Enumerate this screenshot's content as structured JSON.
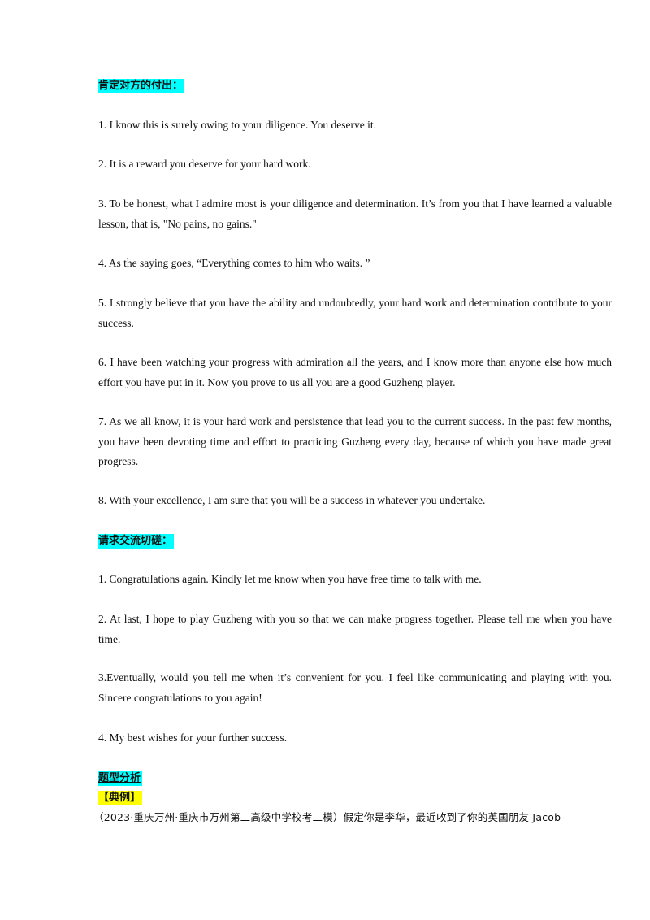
{
  "section1": {
    "heading": "肯定对方的付出：",
    "items": [
      "1. I know this is surely owing to your diligence. You deserve it.",
      "2. It is a reward you deserve for your hard work.",
      "3. To be honest, what I admire most is your diligence and determination. It’s from you that I have learned a valuable lesson, that is, \"No pains, no gains.\"",
      "4. As the saying goes, “Everything comes to him who waits. ”",
      "5. I strongly believe that you have the ability and undoubtedly, your hard work and determination contribute to your success.",
      "6. I have been watching your progress with admiration all the years, and I know more than anyone else how much effort you have put in it. Now you prove to us all you are a good Guzheng player.",
      "7. As we all know, it is your hard work and persistence that lead you to the current success. In the past few months, you have been devoting time and effort to practicing Guzheng every day, because of which you have made great progress.",
      "8. With your excellence, I am sure that you will be a success in whatever you undertake."
    ]
  },
  "section2": {
    "heading": "请求交流切磋：",
    "items": [
      "1. Congratulations again. Kindly let me know when you have free time to talk with me.",
      "2. At last, I hope to play Guzheng with you so that we can make progress together. Please tell me when you have time.",
      "3.Eventually, would you tell me when it’s convenient for you. I feel like communicating and playing with you. Sincere congratulations to you again!",
      "4. My best wishes for your further success."
    ]
  },
  "section3": {
    "heading": "题型分析",
    "example_label": "【典例】",
    "example_text": "（2023·重庆万州·重庆市万州第二高级中学校考二模）假定你是李华，最近收到了你的英国朋友 Jacob"
  },
  "colors": {
    "highlight_cyan": "#00ffff",
    "highlight_yellow": "#ffff00",
    "text": "#111111"
  }
}
